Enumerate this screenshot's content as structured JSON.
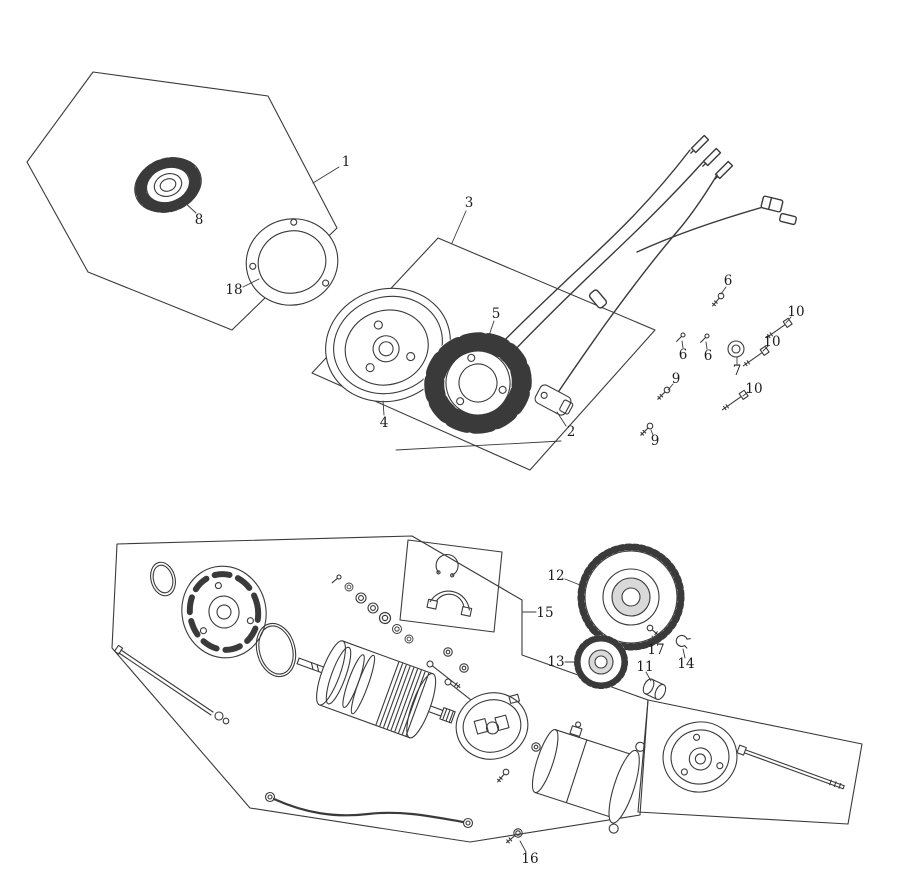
{
  "figure": {
    "type": "exploded-parts-diagram"
  },
  "colors": {
    "background": "#ffffff",
    "line": "#3a3a3a",
    "label": "#1c1c1c",
    "shade": "#d9d9d9"
  },
  "callouts": {
    "c1": "1",
    "c2": "2",
    "c3": "3",
    "c4": "4",
    "c5": "5",
    "c6a": "6",
    "c6b": "6",
    "c6c": "6",
    "c7": "7",
    "c8": "8",
    "c9a": "9",
    "c9b": "9",
    "c10a": "10",
    "c10b": "10",
    "c10c": "10",
    "c11": "11",
    "c12": "12",
    "c13": "13",
    "c14": "14",
    "c15": "15",
    "c16": "16",
    "c17": "17",
    "c18": "18"
  }
}
